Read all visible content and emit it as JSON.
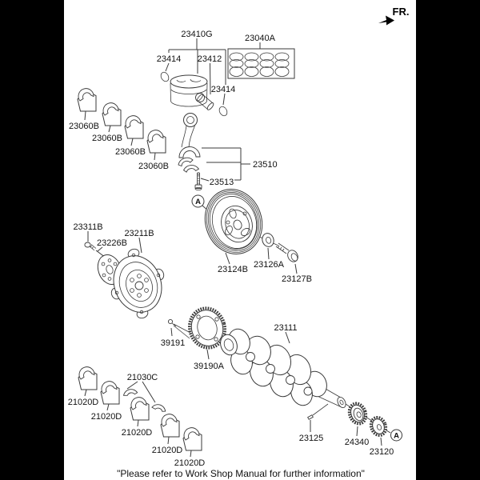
{
  "direction": {
    "label": "FR."
  },
  "markers": {
    "a": "A"
  },
  "footer": {
    "note": "\"Please refer to Work Shop Manual for further information\""
  },
  "parts": {
    "piston_and_rod": {
      "piston_kit": "23410G",
      "snap_ring_left": "23414",
      "piston_pin": "23412",
      "piston_ring_set": "23040A",
      "snap_ring_right": "23414",
      "conrod_bearings": [
        "23060B",
        "23060B",
        "23060B",
        "23060B"
      ],
      "connecting_rod": "23510",
      "connecting_rod_bolt": "23513"
    },
    "flywheel_group": {
      "bolt": "23311B",
      "adapter_plate": "23226B",
      "drive_plate": "23211B"
    },
    "pulley_group": {
      "damper_pulley": "23124B",
      "washer": "23126A",
      "bolt": "23127B"
    },
    "crankshaft_group": {
      "screw": "39191",
      "ring_gear": "39190A",
      "crankshaft": "23111",
      "thrust_washer_set": "21030C",
      "main_bearings": [
        "21020D",
        "21020D",
        "21020D",
        "21020D",
        "21020D"
      ],
      "woodruff_key": "23125",
      "sprocket": "24340",
      "timing_gear": "23120"
    }
  },
  "colors": {
    "page_bg": "#000000",
    "paper": "#ffffff",
    "line": "#3a3a3a"
  }
}
